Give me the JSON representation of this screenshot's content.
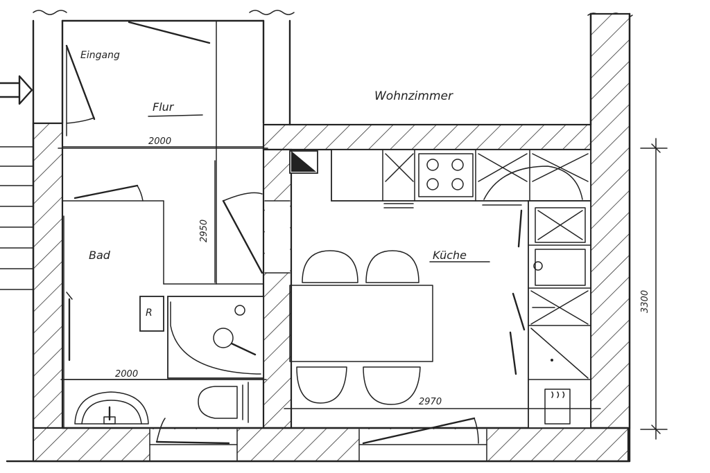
{
  "rooms": {
    "entrance": "Eingang",
    "hall": "Flur",
    "living": "Wohnzimmer",
    "bath": "Bad",
    "kitchen": "Küche"
  },
  "dimensions": {
    "hall_width": "2000",
    "hall_depth": "2950",
    "bath_width": "2000",
    "kitchen_width": "2970",
    "kitchen_depth": "3300"
  },
  "markers": {
    "r_box": "R"
  }
}
